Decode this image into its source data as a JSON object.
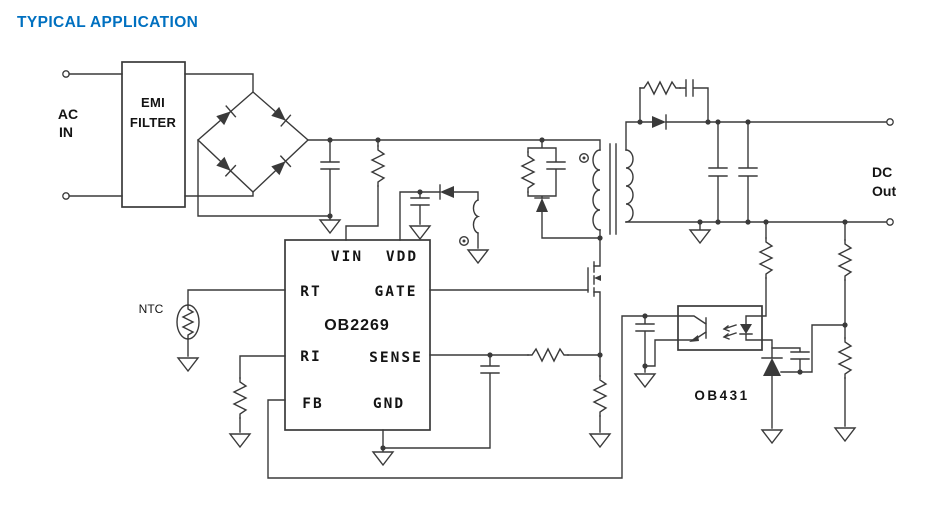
{
  "title": "TYPICAL APPLICATION",
  "colors": {
    "title_blue": "#0070C0",
    "wire": "#3a3a3a",
    "background": "#ffffff"
  },
  "labels": {
    "ac_in": {
      "line1": "AC",
      "line2": "IN"
    },
    "emi_filter": {
      "line1": "EMI",
      "line2": "FILTER"
    },
    "ntc": "NTC",
    "dc_out": {
      "line1": "DC",
      "line2": "Out"
    },
    "shunt_regulator": "OB431"
  },
  "ic": {
    "part_number": "OB2269",
    "pins": {
      "vin": "VIN",
      "vdd": "VDD",
      "rt": "RT",
      "gate": "GATE",
      "ri": "RI",
      "sense": "SENSE",
      "fb": "FB",
      "gnd": "GND"
    }
  }
}
